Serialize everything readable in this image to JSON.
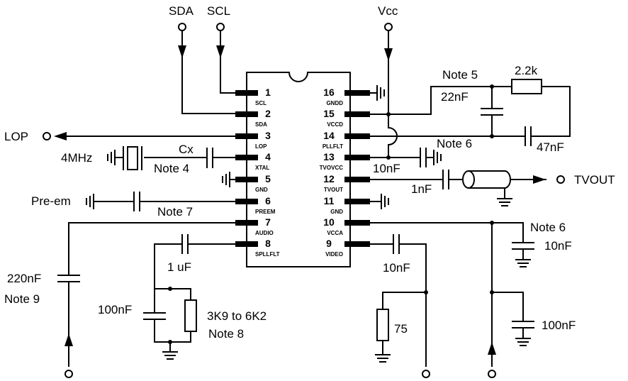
{
  "chip": {
    "left_pins": [
      {
        "num": "1",
        "name": "SCL"
      },
      {
        "num": "2",
        "name": "SDA"
      },
      {
        "num": "3",
        "name": "LOP"
      },
      {
        "num": "4",
        "name": "XTAL"
      },
      {
        "num": "5",
        "name": "GND"
      },
      {
        "num": "6",
        "name": "PREEM"
      },
      {
        "num": "7",
        "name": "AUDIO"
      },
      {
        "num": "8",
        "name": "SPLLFLT"
      }
    ],
    "right_pins": [
      {
        "num": "16",
        "name": "GNDD"
      },
      {
        "num": "15",
        "name": "VCCD"
      },
      {
        "num": "14",
        "name": "PLLFLT"
      },
      {
        "num": "13",
        "name": "TVOVCC"
      },
      {
        "num": "12",
        "name": "TVOUT"
      },
      {
        "num": "11",
        "name": "GND"
      },
      {
        "num": "10",
        "name": "VCCA"
      },
      {
        "num": "9",
        "name": "VIDEO"
      }
    ]
  },
  "labels": {
    "sda": "SDA",
    "scl": "SCL",
    "vcc": "Vcc",
    "lop": "LOP",
    "crystal": "4MHz",
    "cx": "Cx",
    "note4": "Note 4",
    "pre_em": "Pre-em",
    "note7": "Note 7",
    "c_220nf": "220nF",
    "note9": "Note 9",
    "c_1uf": "1 uF",
    "c_100nf_left": "100nF",
    "r_range": "3K9 to 6K2",
    "note8": "Note 8",
    "note5": "Note 5",
    "r_2k2": "2.2k",
    "c_22nf": "22nF",
    "note6_top": "Note 6",
    "c_47nf": "47nF",
    "c_10nf_13": "10nF",
    "c_1nf": "1nF",
    "tvout": "TVOUT",
    "note6_right": "Note 6",
    "c_10nf_10": "10nF",
    "c_100nf_right": "100nF",
    "c_10nf_9": "10nF",
    "r_75": "75"
  }
}
